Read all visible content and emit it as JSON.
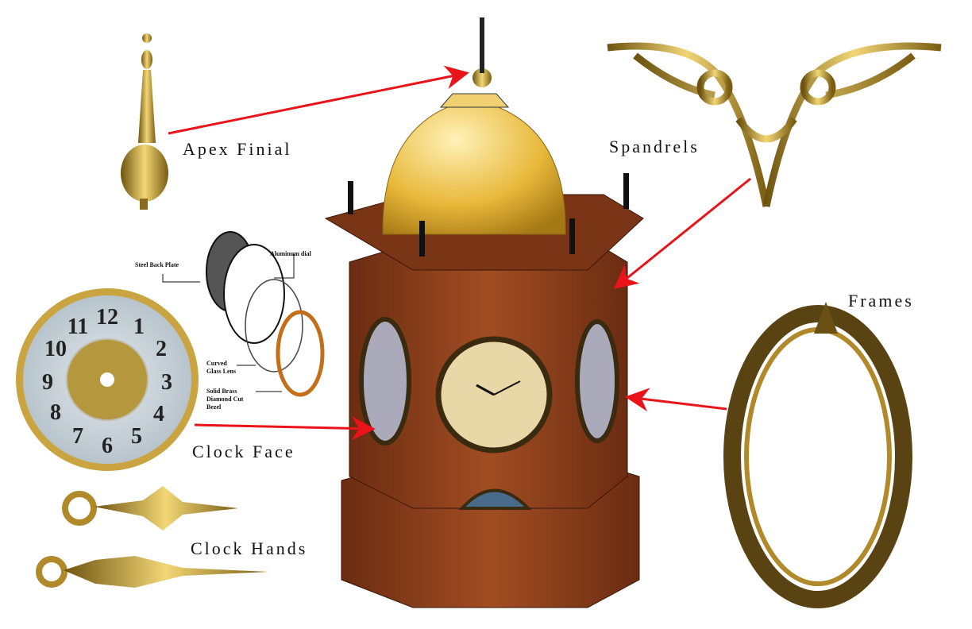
{
  "labels": {
    "apex_finial": "Apex Finial",
    "spandrels": "Spandrels",
    "frames": "Frames",
    "clock_face": "Clock Face",
    "clock_hands": "Clock Hands"
  },
  "exploded_view": {
    "steel_back_plate": "Steel Back Plate",
    "aluminum_dial": "Aluminum dial",
    "curved_glass_lens_1": "Curved",
    "curved_glass_lens_2": "Glass Lens",
    "bezel_1": "Solid Brass",
    "bezel_2": "Diamond Cut",
    "bezel_3": "Bezel"
  },
  "colors": {
    "arrow": "#e8141a",
    "brass": "#b8922a",
    "wood": "#8a3e1c",
    "dome": "#e8b83a"
  }
}
